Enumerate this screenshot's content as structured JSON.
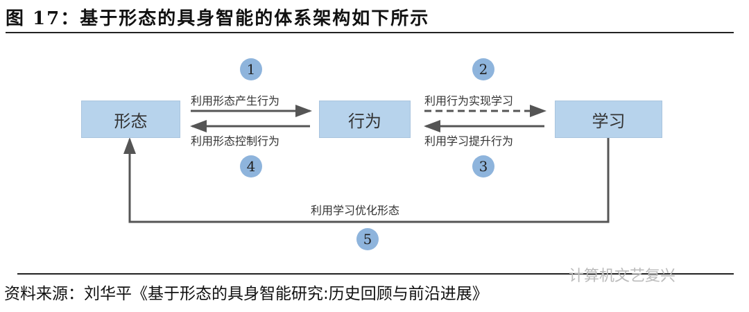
{
  "title": "图 17：基于形态的具身智能的体系架构如下所示",
  "nodes": {
    "morphology": "形态",
    "behavior": "行为",
    "learning": "学习"
  },
  "edges": {
    "e1": {
      "num": "1",
      "label": "利用形态产生行为"
    },
    "e2": {
      "num": "2",
      "label": "利用行为实现学习"
    },
    "e3": {
      "num": "3",
      "label": "利用学习提升行为"
    },
    "e4": {
      "num": "4",
      "label": "利用形态控制行为"
    },
    "e5": {
      "num": "5",
      "label": "利用学习优化形态"
    }
  },
  "source": "资料来源：刘华平《基于形态的具身智能研究:历史回顾与前沿进展》",
  "watermark": "计算机文艺复兴",
  "colors": {
    "box": "#b7d3ec",
    "circle": "#8eb4dc",
    "arrow": "#555555"
  }
}
